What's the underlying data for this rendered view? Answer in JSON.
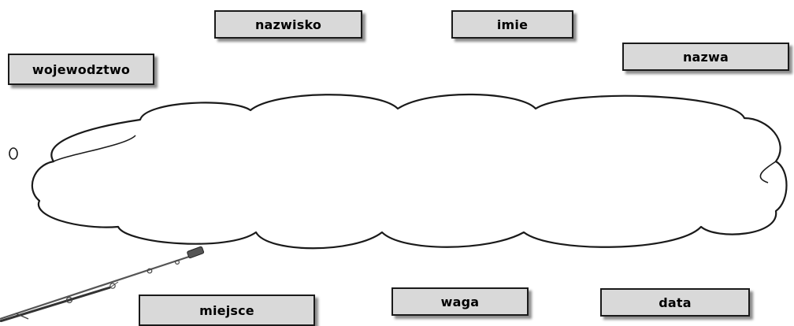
{
  "labels": {
    "nazwisko": "nazwisko",
    "imie": "imie",
    "wojewodztwo": "wojewodztwo",
    "nazwa": "nazwa",
    "miejsce": "miejsce",
    "waga": "waga",
    "data": "data"
  },
  "colors": {
    "box_fill": "#d9d9d9",
    "box_border": "#1a1a1a",
    "cloud_stroke": "#1a1a1a",
    "background": "#ffffff"
  },
  "icons": {
    "thought_bubble": "thought-bubble-icon",
    "fishing_rod": "fishing-rod-icon"
  }
}
